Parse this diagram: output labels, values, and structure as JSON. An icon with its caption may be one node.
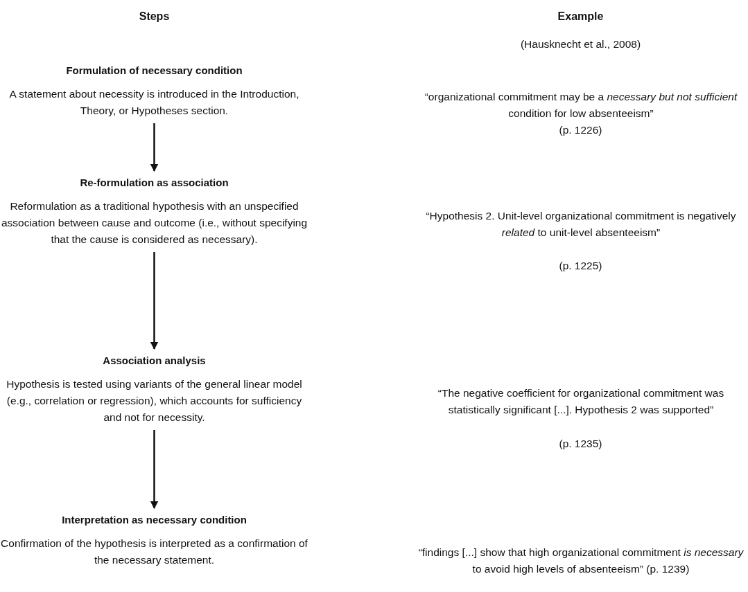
{
  "diagram": {
    "nodes": [
      {
        "text": [
          "Formulation of necessary condition",
          "A statement about necessity is introduced in the Introduction, Theory, or Hypotheses section."
        ]
      },
      {
        "text": [
          "Re-formulation as association",
          "Reformulation as a traditional hypothesis with an unspecified association between cause and outcome (i.e., without specifying that the cause is considered as necessary)."
        ]
      },
      {
        "text": [
          "Association analysis",
          "Hypothesis is tested using variants of the general linear model (e.g., correlation or regression), which accounts for sufficiency and not for necessity."
        ]
      },
      {
        "text": [
          "Interpretation as necessary condition",
          "Confirmation of the hypothesis is interpreted as a confirmation of the necessary statement."
        ]
      }
    ],
    "edges": [
      {
        "from": 0,
        "to": 1,
        "arrow": "to"
      },
      {
        "from": 1,
        "to": 2,
        "arrow": "to"
      },
      {
        "from": 2,
        "to": 3,
        "arrow": "to"
      }
    ],
    "labels": [
      "Steps",
      "Example",
      "(Hausknecht et al., 2008)",
      "“organizational commitment may be a *necessary but not sufficient* condition for low absenteeism”",
      "(p. 1226)",
      "“Hypothesis 2. Unit-level organizational commitment is negatively *related* to unit-level absenteeism”",
      "(p. 1225)",
      "“The negative coefficient for organizational commitment was statistically significant [...]. Hypothesis 2 was supported”",
      "(p. 1235)",
      "“findings [...] show that high organizational commitment *is necessary* to avoid high levels of absenteeism” (p. 1239)"
    ]
  }
}
